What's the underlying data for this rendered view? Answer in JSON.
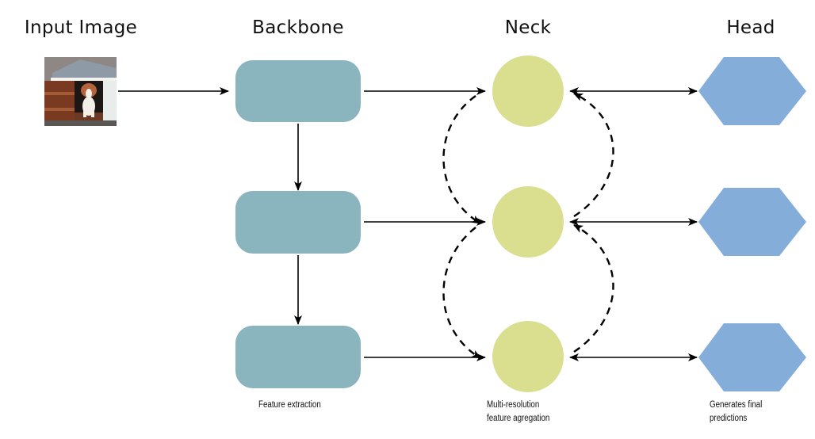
{
  "columns": {
    "input": "Input Image",
    "backbone": "Backbone",
    "neck": "Neck",
    "head": "Head"
  },
  "captions": {
    "backbone": [
      "Feature extraction"
    ],
    "neck": [
      "Multi-resolution",
      "feature agregation"
    ],
    "head": [
      "Generates final",
      "predictions"
    ]
  },
  "input_image": {
    "description": "dog sitting in a white doghouse doorway"
  },
  "colors": {
    "backbone": "#8AB4BE",
    "neck": "#D9DF8E",
    "head": "#85ADD9",
    "edge": "#000000"
  },
  "levels": 3
}
